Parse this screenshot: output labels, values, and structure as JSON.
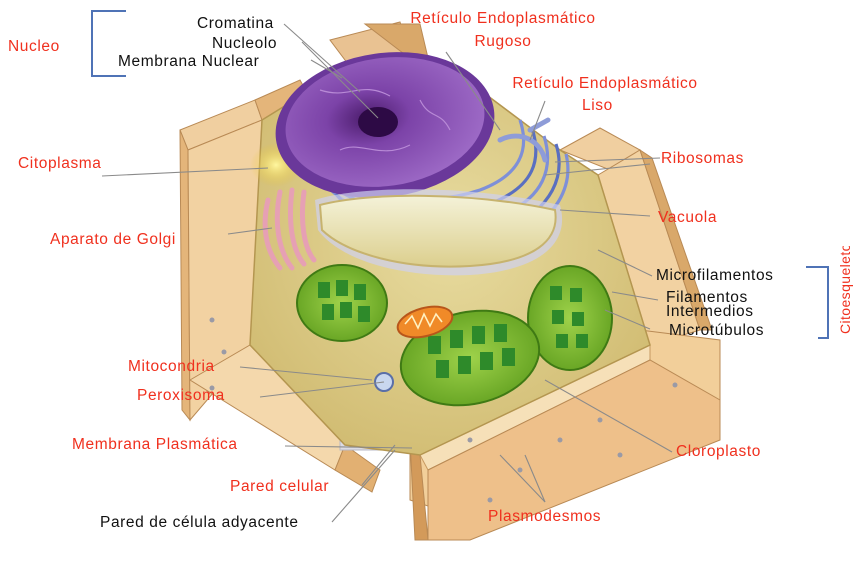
{
  "colors": {
    "label_red": "#f0301e",
    "label_black": "#111111",
    "bracket_blue": "#4f73b6",
    "leader_gray": "#8a8a8a"
  },
  "labels": {
    "nucleo": "Nucleo",
    "cromatina": "Cromatina",
    "nucleolo": "Nucleolo",
    "membrana_nuclear": "Membrana Nuclear",
    "rer_line1": "Retículo Endoplasmático",
    "rer_line2": "Rugoso",
    "rel_line1": "Retículo Endoplasmático",
    "rel_line2": "Liso",
    "citoplasma": "Citoplasma",
    "ribosomas": "Ribosomas",
    "aparato_golgi": "Aparato de Golgi",
    "vacuola": "Vacuola",
    "microfilamentos": "Microfilamentos",
    "filamentos_line1": "Filamentos",
    "filamentos_line2": "Intermedios",
    "microtubulos": "Microtúbulos",
    "citoesqueleto": "Citoesqueleto",
    "mitocondria": "Mitocondria",
    "peroxisoma": "Peroxisoma",
    "membrana_plasmatica": "Membrana Plasmática",
    "cloroplasto": "Cloroplasto",
    "pared_celular": "Pared celular",
    "pared_adyacente": "Pared de célula adyacente",
    "plasmodesmos": "Plasmodesmos"
  }
}
